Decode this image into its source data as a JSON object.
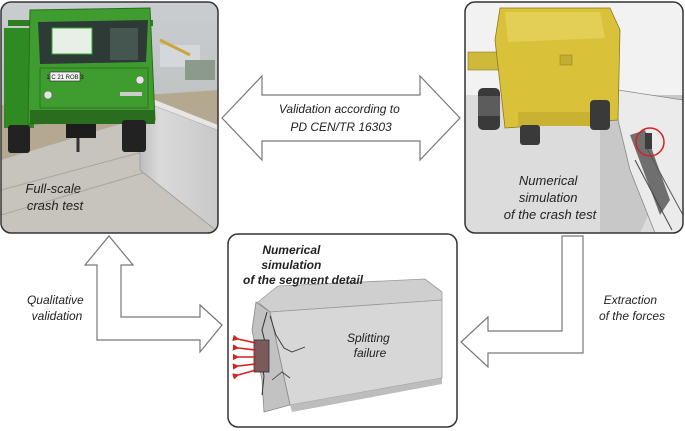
{
  "center_arrow": {
    "line1": "Validation according to",
    "line2": "PD CEN/TR 16303"
  },
  "panel_left": {
    "line1": "Full-scale",
    "line2": "crash test",
    "truck_plate": "1 C 21 ROB 3"
  },
  "panel_right": {
    "line1": "Numerical",
    "line2": "simulation",
    "line3": "of the crash test"
  },
  "panel_bottom": {
    "title_line1": "Numerical",
    "title_line2": "simulation",
    "title_line3": "of the segment detail",
    "inner_line1": "Splitting",
    "inner_line2": "failure"
  },
  "side_left": {
    "line1": "Qualitative",
    "line2": "validation"
  },
  "side_right": {
    "line1": "Extraction",
    "line2": "of the forces"
  },
  "colors": {
    "truck_green": "#3f9c2e",
    "truck_yellow": "#d9c23a",
    "force_red": "#d42020",
    "arrow_fill": "#ffffff",
    "arrow_stroke": "#777777"
  }
}
